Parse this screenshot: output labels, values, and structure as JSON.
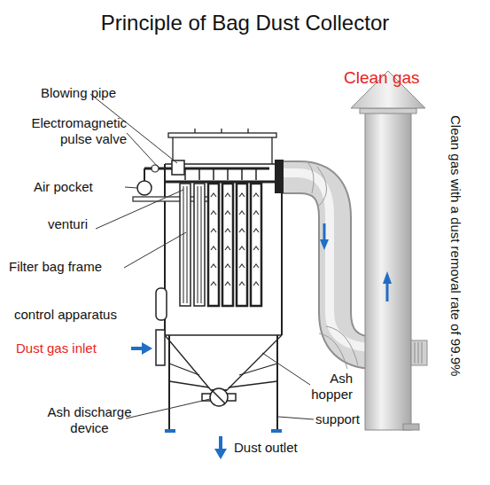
{
  "diagram": {
    "title": "Principle of Bag Dust Collector",
    "labels": [
      "Clean gas",
      "Blowing pipe",
      "Electromagnetic pulse valve",
      "Air pocket",
      "venturi",
      "Filter bag frame",
      "control apparatus",
      "Dust gas inlet",
      "Ash hopper",
      "Ash discharge device",
      "support",
      "Dust outlet",
      "Clean gas with a dust removal rate of 99.9%"
    ]
  }
}
